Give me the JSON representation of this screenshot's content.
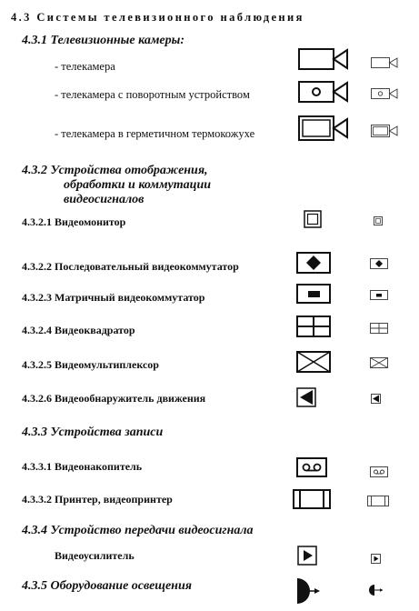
{
  "doc": {
    "title": "4.3  Системы телевизионного наблюдения",
    "sections": {
      "cameras": {
        "heading": "4.3.1  Телевизионные камеры:",
        "items": [
          "- телекамера",
          "- телекамера с поворотным устройством",
          "- телекамера в герметичном термокожухе"
        ]
      },
      "display": {
        "heading_line1": "4.3.2  Устройства отображения,",
        "heading_line2": "обработки  и коммутации",
        "heading_line3": "видеосигналов",
        "items": [
          "4.3.2.1  Видеомонитор",
          "4.3.2.2 Последовательный видеокоммутатор",
          "4.3.2.3 Матричный видеокоммутатор",
          "4.3.2.4 Видеоквадратор",
          "4.3.2.5 Видеомультиплексор",
          "4.3.2.6 Видеообнаружитель движения"
        ]
      },
      "recording": {
        "heading": "4.3.3  Устройства  записи",
        "items": [
          "4.3.3.1 Видеонакопитель",
          "4.3.3.2 Принтер, видеопринтер"
        ]
      },
      "transmission": {
        "heading": "4.3.4  Устройство передачи видеосигнала",
        "items": [
          "Видеоусилитель"
        ]
      },
      "lighting": {
        "heading": "4.3.5  Оборудование освещения"
      }
    }
  },
  "symbols": {
    "stroke_color": "#111111",
    "icons": [
      "camera-symbol",
      "rotary-camera-symbol",
      "thermal-housing-camera-symbol",
      "monitor-symbol",
      "sequential-switcher-symbol",
      "matrix-switcher-symbol",
      "quad-symbol",
      "multiplexer-symbol",
      "motion-detector-symbol",
      "recorder-symbol",
      "printer-symbol",
      "amplifier-symbol",
      "lighting-symbol"
    ]
  }
}
